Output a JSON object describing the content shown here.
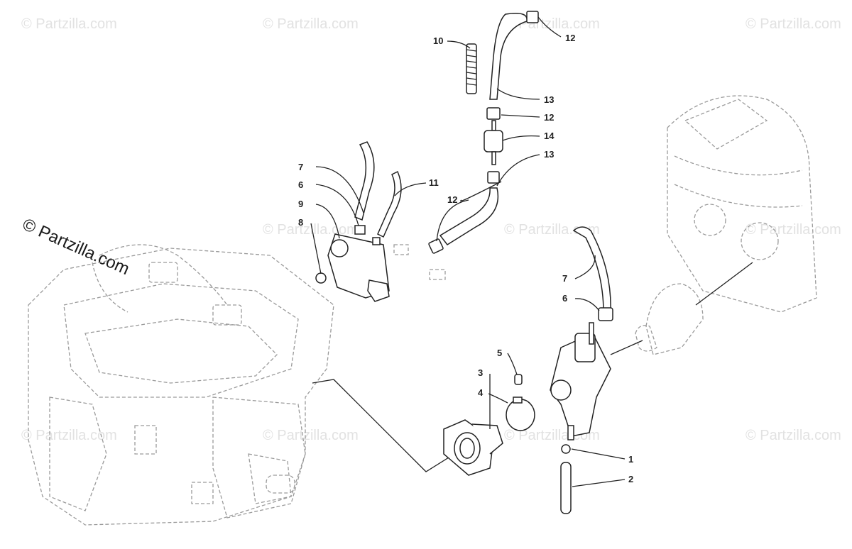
{
  "watermark": {
    "brand": "© Partzilla.com",
    "repeat": "© Partzilla.com"
  },
  "callouts": {
    "c1": "1",
    "c2": "2",
    "c3": "3",
    "c4": "4",
    "c5": "5",
    "c6a": "6",
    "c6b": "6",
    "c7a": "7",
    "c7b": "7",
    "c8": "8",
    "c9": "9",
    "c10": "10",
    "c11": "11",
    "c12a": "12",
    "c12b": "12",
    "c12c": "12",
    "c13a": "13",
    "c13b": "13",
    "c14": "14"
  }
}
